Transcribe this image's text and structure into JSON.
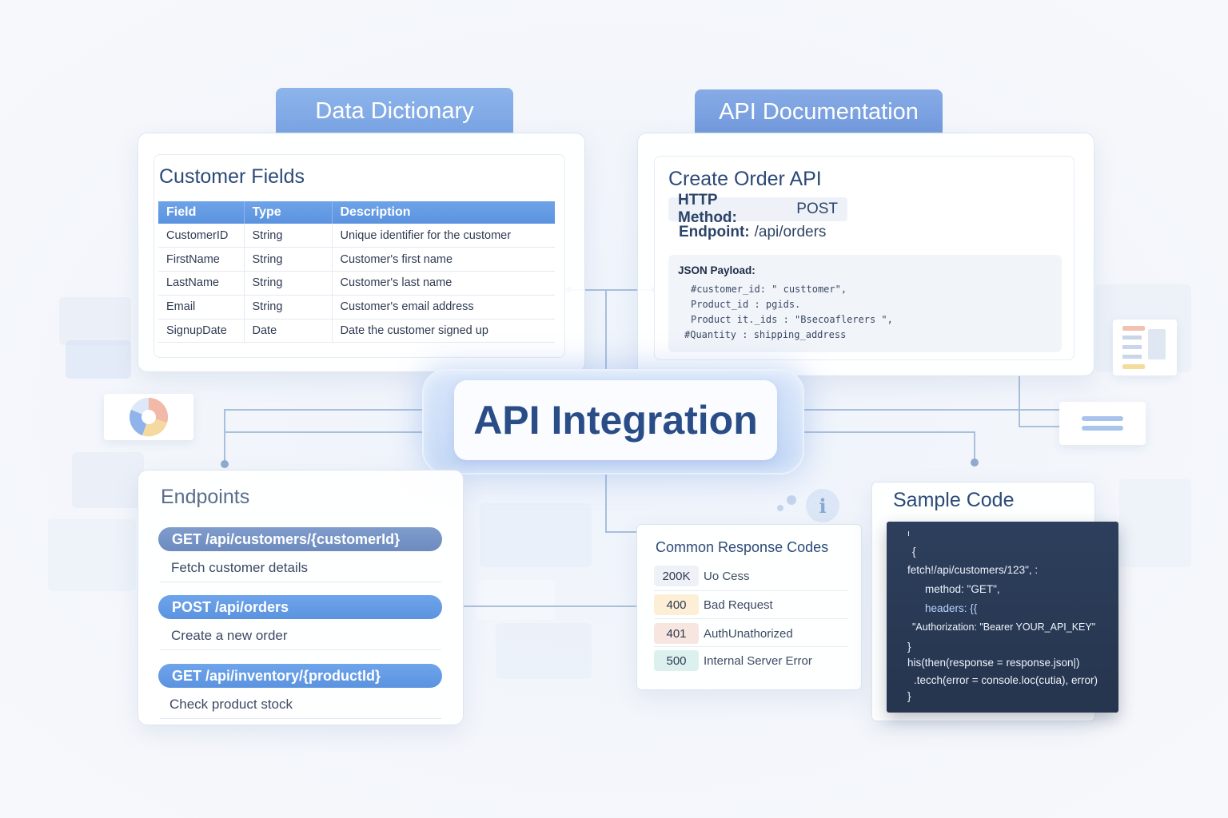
{
  "center": {
    "title": "API Integration"
  },
  "data_dictionary": {
    "tab_label": "Data Dictionary",
    "heading": "Customer Fields",
    "columns": [
      "Field",
      "Type",
      "Description"
    ],
    "rows": [
      [
        "CustomerID",
        "String",
        "Unique identifier for the customer"
      ],
      [
        "FirstName",
        "String",
        "Customer's first name"
      ],
      [
        "LastName",
        "String",
        "Customer's last name"
      ],
      [
        "Email",
        "String",
        "Customer's email address"
      ],
      [
        "SignupDate",
        "Date",
        "Date the customer signed up"
      ]
    ]
  },
  "api_doc": {
    "tab_label": "API Documentation",
    "heading": "Create Order API",
    "method_label": "HTTP Method:",
    "method_value": "POST",
    "endpoint_label": "Endpoint:",
    "endpoint_value": "/api/orders",
    "payload_label": "JSON Payload:",
    "payload_lines": [
      "#customer_id: \" custtomer\",",
      "Product_id  : pgids.",
      "Product it._ids : \"Bsecoaflerers \",",
      "#Quantity  : shipping_address"
    ]
  },
  "endpoints": {
    "heading": "Endpoints",
    "items": [
      {
        "label": "GET /api/customers/{customerId}",
        "desc": "Fetch customer details"
      },
      {
        "label": "POST /api/orders",
        "desc": "Create a new order"
      },
      {
        "label": "GET /api/inventory/{productId}",
        "desc": "Check product stock"
      }
    ]
  },
  "response_codes": {
    "heading": "Common Response Codes",
    "items": [
      {
        "code": "200K",
        "text": "Uo Cess",
        "color": "#eef2f8"
      },
      {
        "code": "400",
        "text": "Bad Request",
        "color": "#fcefd6"
      },
      {
        "code": "401",
        "text": "AuthUnathorized",
        "color": "#f7e6e0"
      },
      {
        "code": "500",
        "text": "Internal Server Error",
        "color": "#dcf1ee"
      }
    ]
  },
  "sample_code": {
    "heading": "Sample Code",
    "lines": [
      "ı",
      "{",
      "fetch!/api/customers/123\", :",
      "method: \"GET\",",
      "headers: {{",
      "\"Authorization:  \"Bearer YOUR_API_KEY\"",
      "}",
      "his(then(response = response.json|)",
      ".tecch(error = console.loc(cutia), error)",
      "}"
    ]
  },
  "colors": {
    "accent": "#5b93e0",
    "title": "#2a4d88",
    "tab": "#79a3e3"
  }
}
